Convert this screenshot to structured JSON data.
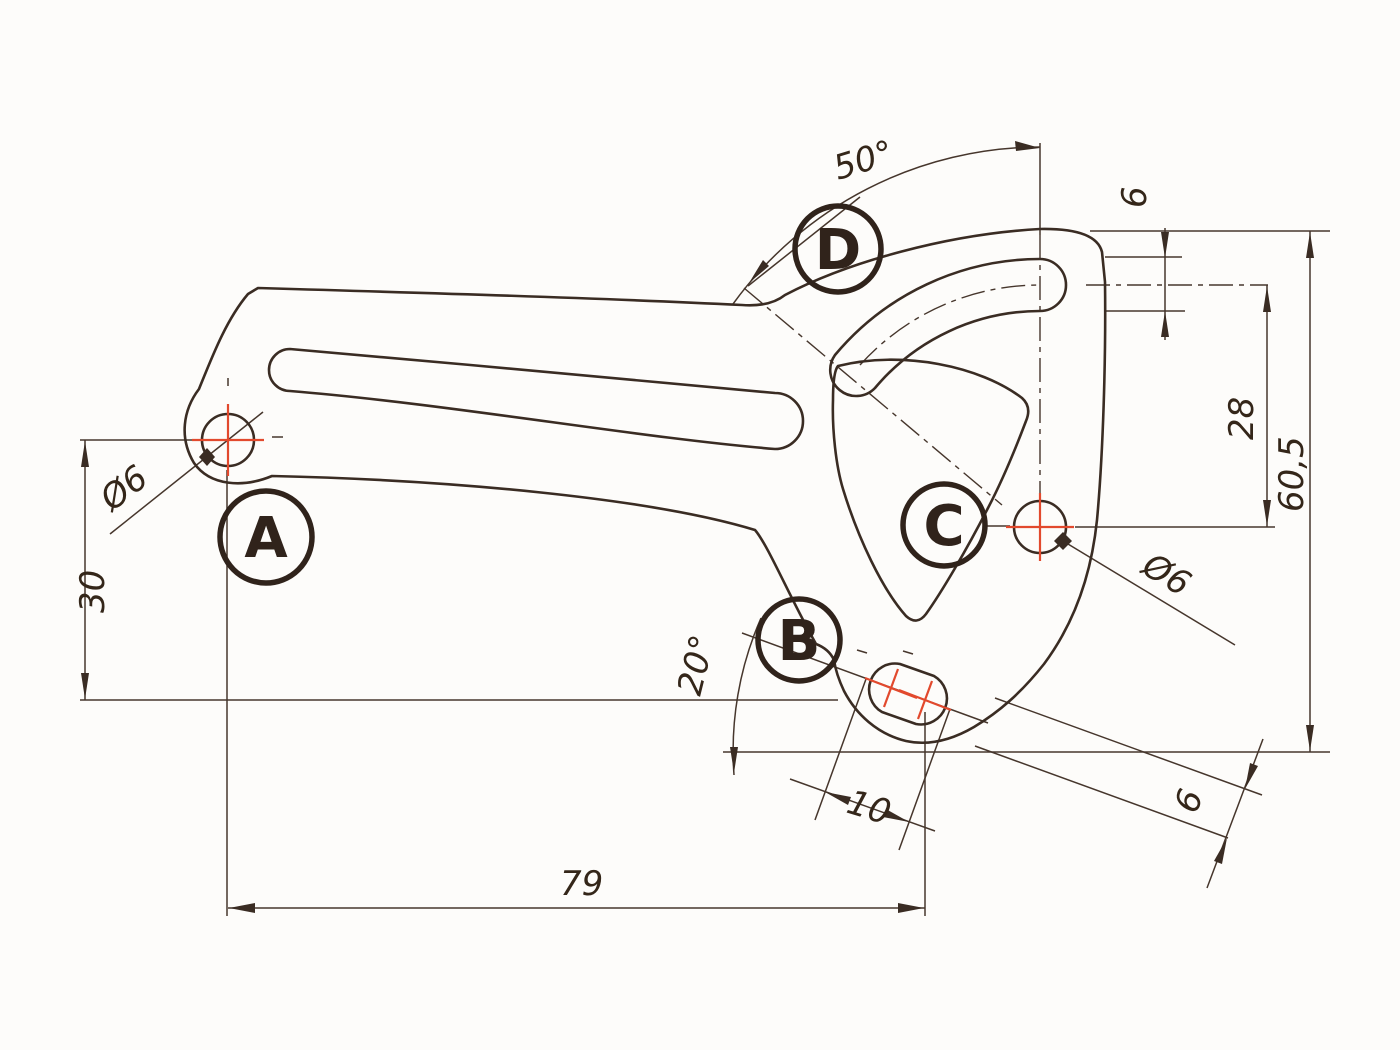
{
  "drawing": {
    "type": "mechanical-part-drawing",
    "balloons": {
      "a": "A",
      "b": "B",
      "c": "C",
      "d": "D"
    },
    "dimensions": {
      "angle_slot_arc": "50°",
      "slot_arc_width": "6",
      "radius_offset_28": "28",
      "total_height": "60,5",
      "hole_c_diameter": "Ø6",
      "hole_a_diameter": "Ø6",
      "vertical_a_to_b": "30",
      "angle_b_slot": "20°",
      "slot_b_length": "10",
      "horizontal_a_to_b": "79",
      "slot_b_width": "6"
    },
    "colors": {
      "line": "#3a2c23",
      "center_mark": "#e2492d",
      "paper": "#fdfcfa"
    }
  }
}
